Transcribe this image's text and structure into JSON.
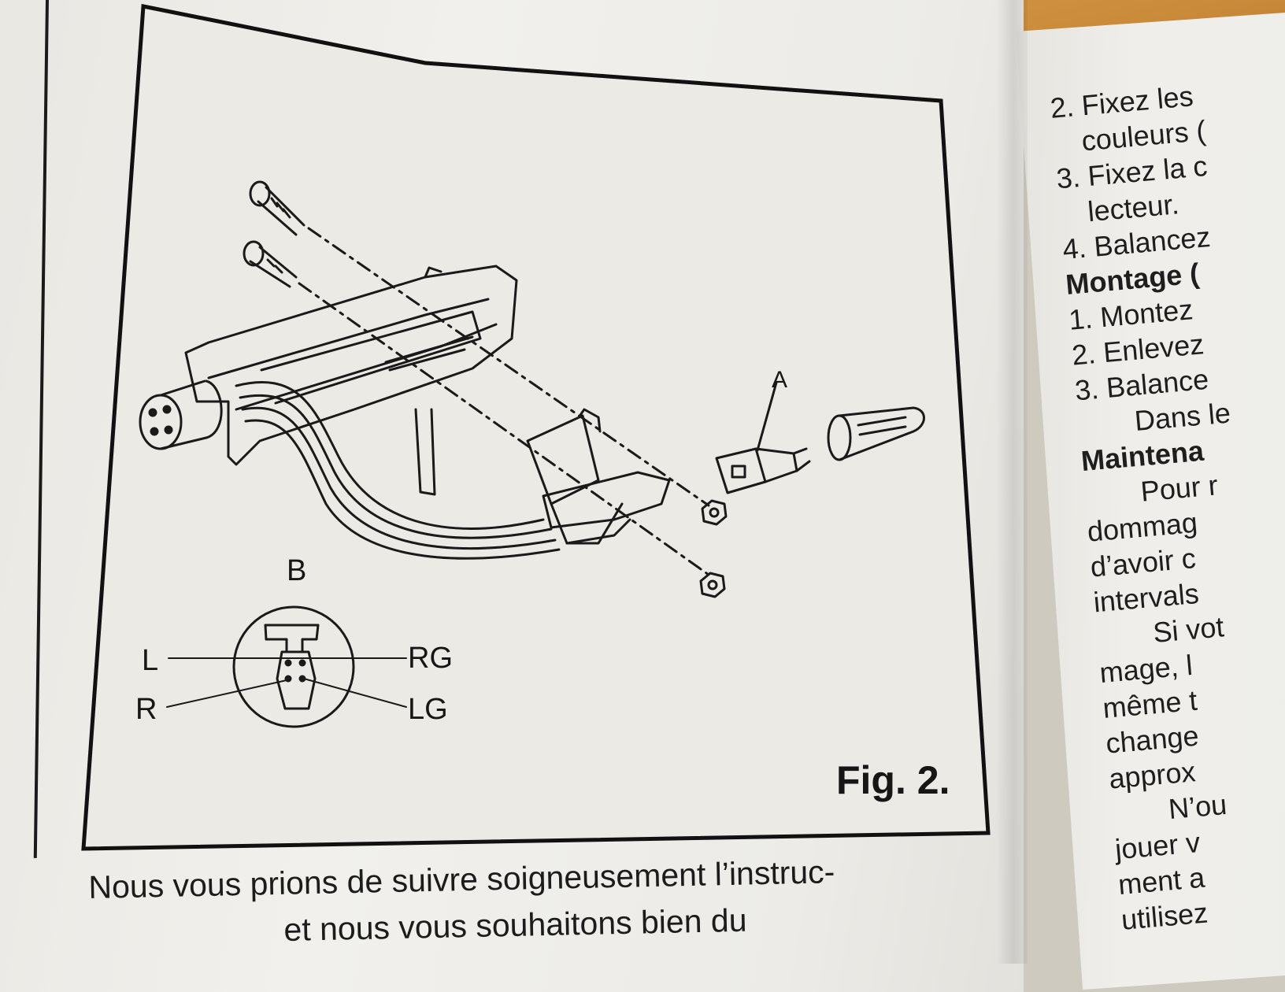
{
  "figure": {
    "title": "Fig. 2.",
    "label_a": "A",
    "label_b": "B",
    "pin_labels": {
      "l": "L",
      "r": "R",
      "rg": "RG",
      "lg": "LG"
    }
  },
  "body_text": {
    "line1": "Nous vous prions de suivre soigneusement l’instruc-",
    "line2": "et nous vous souhaitons bien du"
  },
  "right_column": [
    {
      "text": "2. Fixez  les",
      "indent": 0,
      "heading": false
    },
    {
      "text": "couleurs (",
      "indent": 1,
      "heading": false
    },
    {
      "text": "3. Fixez la c",
      "indent": 0,
      "heading": false
    },
    {
      "text": "lecteur.",
      "indent": 1,
      "heading": false
    },
    {
      "text": "4. Balancez",
      "indent": 0,
      "heading": false
    },
    {
      "text": "Montage (",
      "indent": 0,
      "heading": true
    },
    {
      "text": "1. Montez",
      "indent": 0,
      "heading": false
    },
    {
      "text": "2. Enlevez",
      "indent": 0,
      "heading": false
    },
    {
      "text": "3. Balance",
      "indent": 0,
      "heading": false
    },
    {
      "text": "Dans le",
      "indent": 2,
      "heading": false
    },
    {
      "text": "Maintena",
      "indent": 0,
      "heading": true
    },
    {
      "text": "Pour r",
      "indent": 2,
      "heading": false
    },
    {
      "text": "dommag",
      "indent": 0,
      "heading": false
    },
    {
      "text": "d’avoir c",
      "indent": 0,
      "heading": false
    },
    {
      "text": "intervals",
      "indent": 0,
      "heading": false
    },
    {
      "text": "Si vot",
      "indent": 2,
      "heading": false
    },
    {
      "text": "mage, l",
      "indent": 0,
      "heading": false
    },
    {
      "text": "même t",
      "indent": 0,
      "heading": false
    },
    {
      "text": "change",
      "indent": 0,
      "heading": false
    },
    {
      "text": "approx",
      "indent": 0,
      "heading": false
    },
    {
      "text": "N’ou",
      "indent": 2,
      "heading": false
    },
    {
      "text": "jouer v",
      "indent": 0,
      "heading": false
    },
    {
      "text": "ment a",
      "indent": 0,
      "heading": false
    },
    {
      "text": "utilisez",
      "indent": 0,
      "heading": false
    }
  ]
}
